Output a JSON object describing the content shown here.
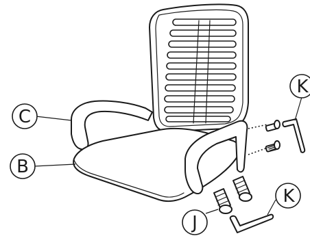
{
  "callouts": {
    "c": "C",
    "b": "B",
    "j": "J",
    "k_top": "K",
    "k_bottom": "K"
  },
  "colors": {
    "line": "#1a1a1a",
    "background": "#ffffff"
  }
}
